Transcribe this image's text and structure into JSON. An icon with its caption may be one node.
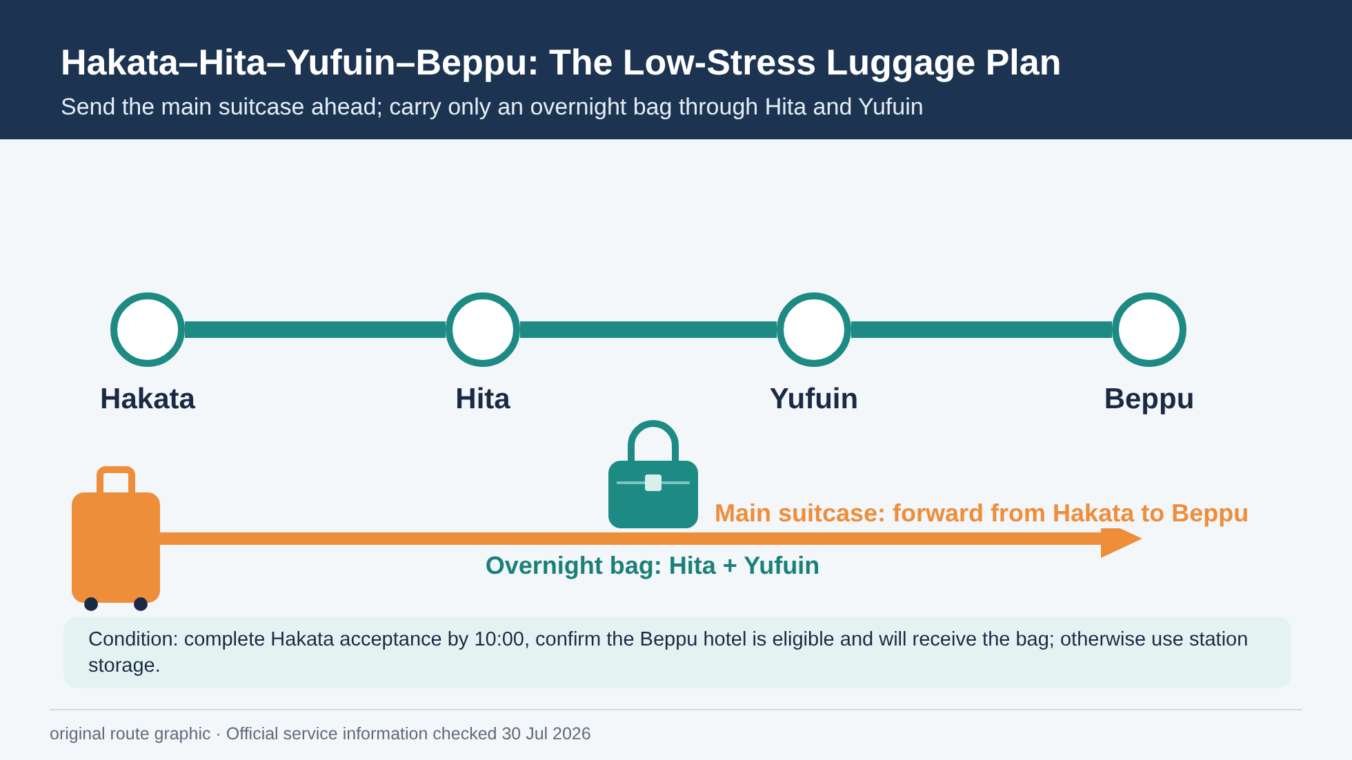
{
  "diagram": {
    "title": "Hakata–Hita–Yufuin–Beppu: The Low-Stress Luggage Plan",
    "caption": "original route graphic · Official service information checked 30 Jul 2026",
    "nodes": [
      {
        "text": [
          "Hakata"
        ]
      },
      {
        "text": [
          "Hita"
        ]
      },
      {
        "text": [
          "Yufuin"
        ]
      },
      {
        "text": [
          "Beppu"
        ]
      },
      {
        "text": [],
        "shape": "picture"
      },
      {
        "text": [],
        "shape": "picture",
        "beside": [
          "Overnight bag: Hita + Yufuin"
        ]
      },
      {
        "text": [
          "Condition: complete Hakata acceptance by 10:00, confirm the Beppu hotel is eligible and will receive the bag; otherwise use station storage."
        ]
      }
    ],
    "edges": [
      {
        "from": 0,
        "to": 1,
        "arrow": "none"
      },
      {
        "from": 1,
        "to": 2,
        "arrow": "none"
      },
      {
        "from": 2,
        "to": 3,
        "arrow": "none"
      },
      {
        "from": 4,
        "to": null,
        "arrow": "to",
        "label": "Main suitcase: forward from Hakata to Beppu",
        "color": "#ee8d3a"
      }
    ],
    "labels": [
      "Send the main suitcase ahead; carry only an overnight bag through Hita and Yufuin"
    ]
  }
}
